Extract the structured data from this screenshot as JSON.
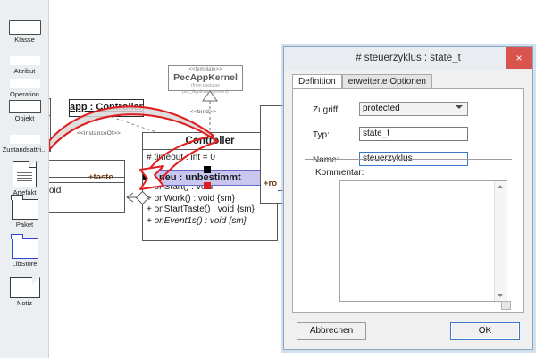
{
  "palette": {
    "items": [
      {
        "label": "Klasse",
        "icon": "class-shape-icon"
      },
      {
        "label": "Attribut",
        "icon": "attribute-shape-icon"
      },
      {
        "label": "Operation",
        "icon": "operation-shape-icon"
      },
      {
        "label": "Objekt",
        "icon": "object-shape-icon"
      },
      {
        "label": "Zustandsattri...",
        "icon": "state-attribute-shape-icon"
      },
      {
        "label": "Artefakt",
        "icon": "artifact-shape-icon"
      },
      {
        "label": "Paket",
        "icon": "package-folder-icon"
      },
      {
        "label": "LibStore",
        "icon": "libstore-folder-icon"
      },
      {
        "label": "Notiz",
        "icon": "note-shape-icon"
      }
    ]
  },
  "diagram": {
    "object_box": {
      "label": "app : Controller"
    },
    "template_box": {
      "stereotype": "<<template>>",
      "name": "PecAppKernel",
      "from": "(from package pec_Applmanagement)"
    },
    "bind_label": "<<bind>>",
    "instance_of_label": "<<instanceOf>>",
    "controller": {
      "title": "Controller",
      "attributes": [
        "# timeout : int = 0"
      ],
      "selected_attribute": "neu : unbestimmt",
      "operations": [
        "+ onStart() : void",
        "+ onWork() : void {sm}",
        "+ onStartTaste() : void {sm}",
        "+ onEvent1s() : void {sm}"
      ]
    },
    "left_class_fragment": "oid",
    "role_left": "+taste",
    "role_right": "+ro"
  },
  "dialog": {
    "title": "# steuerzyklus : state_t",
    "close_label": "×",
    "tabs": [
      {
        "label": "Definition",
        "active": true
      },
      {
        "label": "erweiterte Optionen",
        "active": false
      }
    ],
    "fields": {
      "zugriff_label": "Zugriff:",
      "zugriff_value": "protected",
      "typ_label": "Typ:",
      "typ_value": "state_t",
      "name_label": "Name:",
      "name_value": "steuerzyklus"
    },
    "comment_label": "Kommentar:",
    "comment_value": "",
    "buttons": {
      "cancel": "Abbrechen",
      "ok": "OK"
    }
  },
  "colors": {
    "accent": "#3a78c8",
    "close": "#d9544f",
    "selection": "#c9c7ef",
    "arrow": "#e02020",
    "palette_bg": "#eceff1"
  }
}
